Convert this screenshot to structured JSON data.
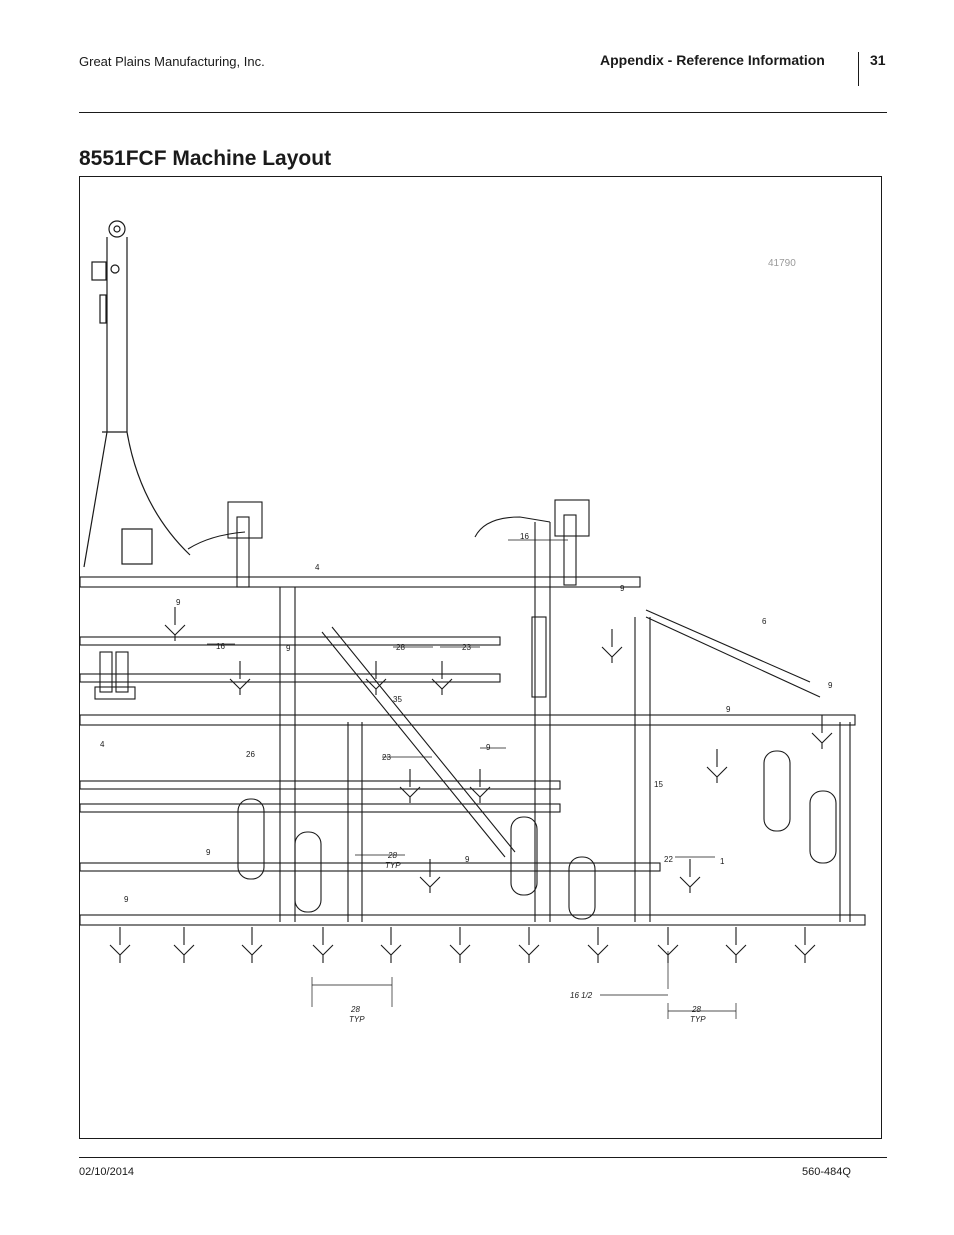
{
  "header": {
    "company": "Great Plains Manufacturing, Inc.",
    "section": "Appendix - Reference Information",
    "page_number": "31"
  },
  "title": "8551FCF Machine Layout",
  "figure": {
    "id": "41790",
    "dimensions": {
      "d16_top": "16",
      "d4_quarter": "4",
      "d9_half_a": "9",
      "d6_half": "6",
      "d9": "9",
      "d16": "16",
      "d9_half_b": "9",
      "d28": "28",
      "d23": "23",
      "d35_quarter": "35",
      "d9_half_c": "9",
      "d9_half_d": "9",
      "d4_half": "4",
      "d26_half": "26",
      "d23_b": "23",
      "d9_b": "9",
      "d15_half": "15",
      "d9_c": "9",
      "d28_typ_mid": "28",
      "typ_mid": "TYP",
      "d9_d": "9",
      "d22_half": "22",
      "d_half": "1",
      "d9_e": "9",
      "d16_1_2": "16  1/2",
      "d28_typ_left": "28",
      "typ_left": "TYP",
      "d28_typ_right": "28",
      "typ_right": "TYP"
    }
  },
  "footer": {
    "date": "02/10/2014",
    "doc_number": "560-484Q"
  }
}
